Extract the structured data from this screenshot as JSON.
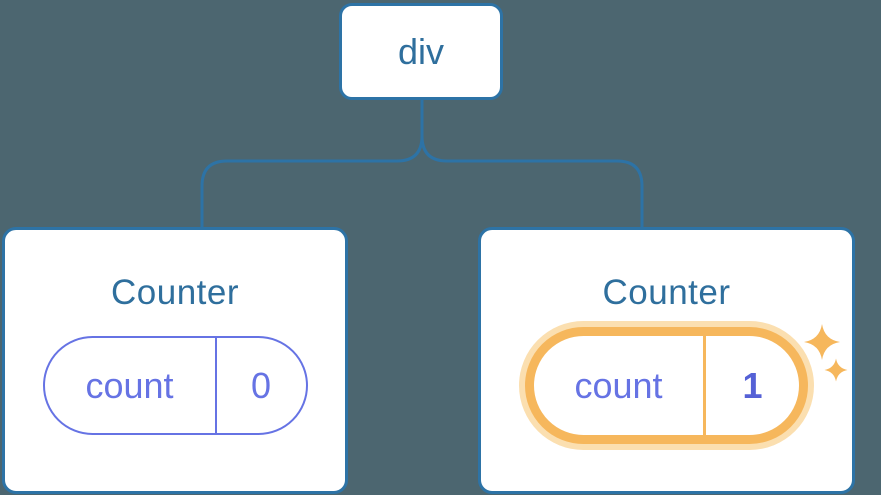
{
  "colors": {
    "background": "#4c6670",
    "node_border": "#2d73a6",
    "node_text": "#2f6f9d",
    "state_purple": "#6673e4",
    "state_value_bold": "#5561d6",
    "highlight_orange": "#f6b75c",
    "highlight_orange_light": "#fbdfb0",
    "card_bg": "#ffffff"
  },
  "icons": {
    "sparkles": "four-point-stars"
  },
  "tree": {
    "root": {
      "label": "div"
    },
    "children": [
      {
        "title": "Counter",
        "state": {
          "key": "count",
          "value": "0"
        },
        "highlighted": false
      },
      {
        "title": "Counter",
        "state": {
          "key": "count",
          "value": "1"
        },
        "highlighted": true
      }
    ]
  }
}
